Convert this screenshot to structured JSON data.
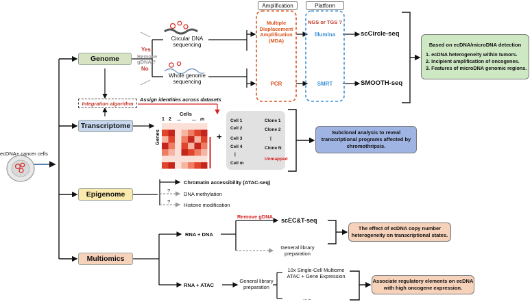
{
  "header": {
    "amplification": "Amplification",
    "platform": "Platform"
  },
  "left": {
    "cell_label": "ecDNA+ cancer cells"
  },
  "omics": {
    "genome": "Genome",
    "transcriptome": "Transcriptome",
    "epigenome": "Epigenome",
    "multiomics": "Multiomics"
  },
  "genome": {
    "yes": "Yes",
    "no": "No",
    "remove_gdna": "Remove\ngDNA ?",
    "circular_dna": "Circular DNA\nsequencing",
    "whole_genome": "Whole genome\nsequencing",
    "mda": "Multiple\nDisplacement\nAmplification\n(MDA)",
    "pcr": "PCR",
    "ngs_tgs": "NGS or TGS ?",
    "illumina": "Illumina",
    "smrt": "SMRT",
    "sccircle": "scCircle-seq",
    "smooth": "SMOOTH-seq",
    "result": "Based on ecDNA/microDNA detection",
    "result_list": "1. ecDNA heterogeneity within tumors.\n2. Incipient amplification of oncogenes.\n3. Features of microDNA genomic regions."
  },
  "transcriptome": {
    "integration": "Integration algorithm",
    "assign": "Assign identities across datasets",
    "cells_label": "Cells",
    "genes_label": "Genes",
    "col_labels": [
      "1",
      "2",
      "...",
      "...",
      "m"
    ],
    "plus": "+",
    "cells": [
      "Cell 1",
      "Cell 2",
      "Cell 3",
      "Cell 4",
      "|",
      "Cell m"
    ],
    "clones": [
      "Clone 1",
      "Clone 2",
      "|",
      "Clone N",
      "Unmapped"
    ],
    "result": "Subclonal analysis to reveal\ntranscriptional programs affected by\nchromothripsis."
  },
  "epigenome": {
    "atac": "Chromatin accessibility (ATAC-seq)",
    "q1": "?",
    "methylation": "DNA methylation",
    "q2": "?",
    "histone": "Histone modification"
  },
  "multiomics": {
    "rna_dna": "RNA + DNA",
    "remove_gdna": "Remove  gDNA",
    "scect": "scEC&T-seq",
    "general1": "General library\npreparation",
    "rna_atac": "RNA + ATAC",
    "general2": "General library\npreparation",
    "multiome": "10x Single-Cell Multiome\nATAC + Gene Expression",
    "dots": "......",
    "result1": "The effect of ecDNA copy number\nheterogeneity on transcriptional states.",
    "result2": "Associate regulatory elements on ecDNA\nwith high oncogene expression."
  },
  "colors": {
    "genome_box": "#d7e4c4",
    "transcriptome_box": "#c6d7ee",
    "epigenome_box": "#fbeaab",
    "multiomics_box": "#f6d2bb",
    "result_green": "#cfe8c4",
    "result_blue": "#9fb4e3",
    "result_orange": "#f6d2bb",
    "amp_orange": "#d9531e",
    "platform_blue": "#3a8fd3",
    "red": "#d62020"
  }
}
